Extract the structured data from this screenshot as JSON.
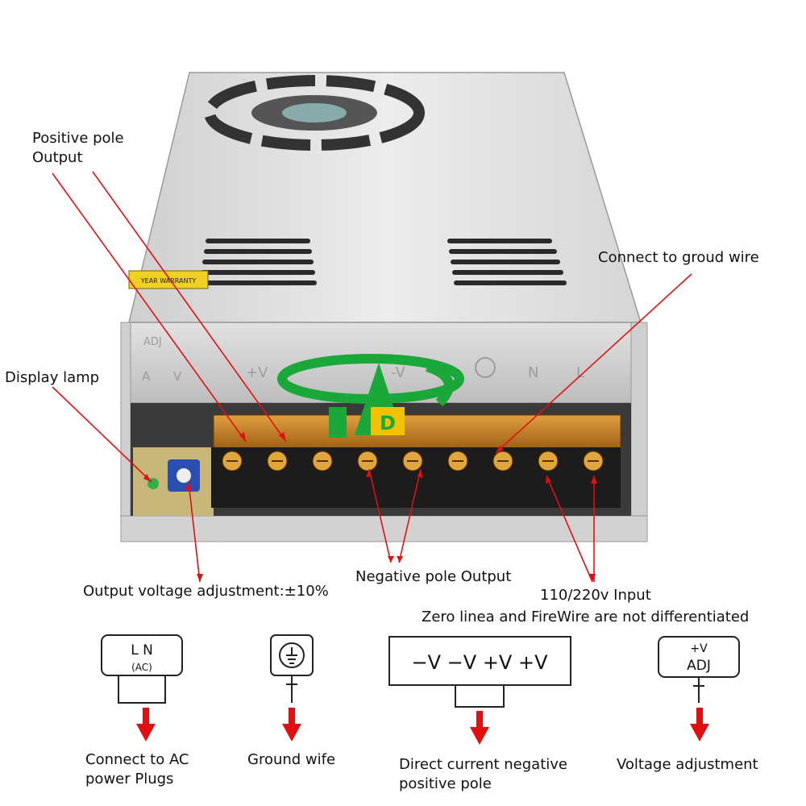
{
  "callouts": {
    "positive_output_line1": "Positive pole",
    "positive_output_line2": "Output",
    "display_lamp": "Display lamp",
    "ground_wire": "Connect to groud wire",
    "voltage_adjust": "Output voltage adjustment:±10%",
    "negative_output": "Negative pole Output",
    "input": "110/220v Input",
    "zero_fire": "Zero linea and FireWire are not differentiated"
  },
  "device": {
    "terminal_labels": [
      "+V",
      "-V",
      "N",
      "L"
    ],
    "adj_labels": [
      "ADJ",
      "A",
      "V"
    ],
    "sticker_text": "YEAR WARRANTY",
    "terminal_count": 9
  },
  "legend": {
    "ac_box": {
      "top": "L   N",
      "sub": "(AC)",
      "caption_line1": "Connect to AC",
      "caption_line2": "power Plugs"
    },
    "ground_box": {
      "caption": "Ground wife"
    },
    "dc_box": {
      "text": "−V  −V  +V  +V",
      "caption_line1": "Direct current negative",
      "caption_line2": "positive pole"
    },
    "adj_box": {
      "top": "+V",
      "bottom": "ADJ",
      "caption": "Voltage adjustment"
    }
  },
  "colors": {
    "arrow": "#e01010",
    "logo_green": "#1aa83a",
    "logo_yellow": "#f2c200",
    "housing": "#d8d8d8",
    "terminal_strip": "#c88a1a"
  }
}
